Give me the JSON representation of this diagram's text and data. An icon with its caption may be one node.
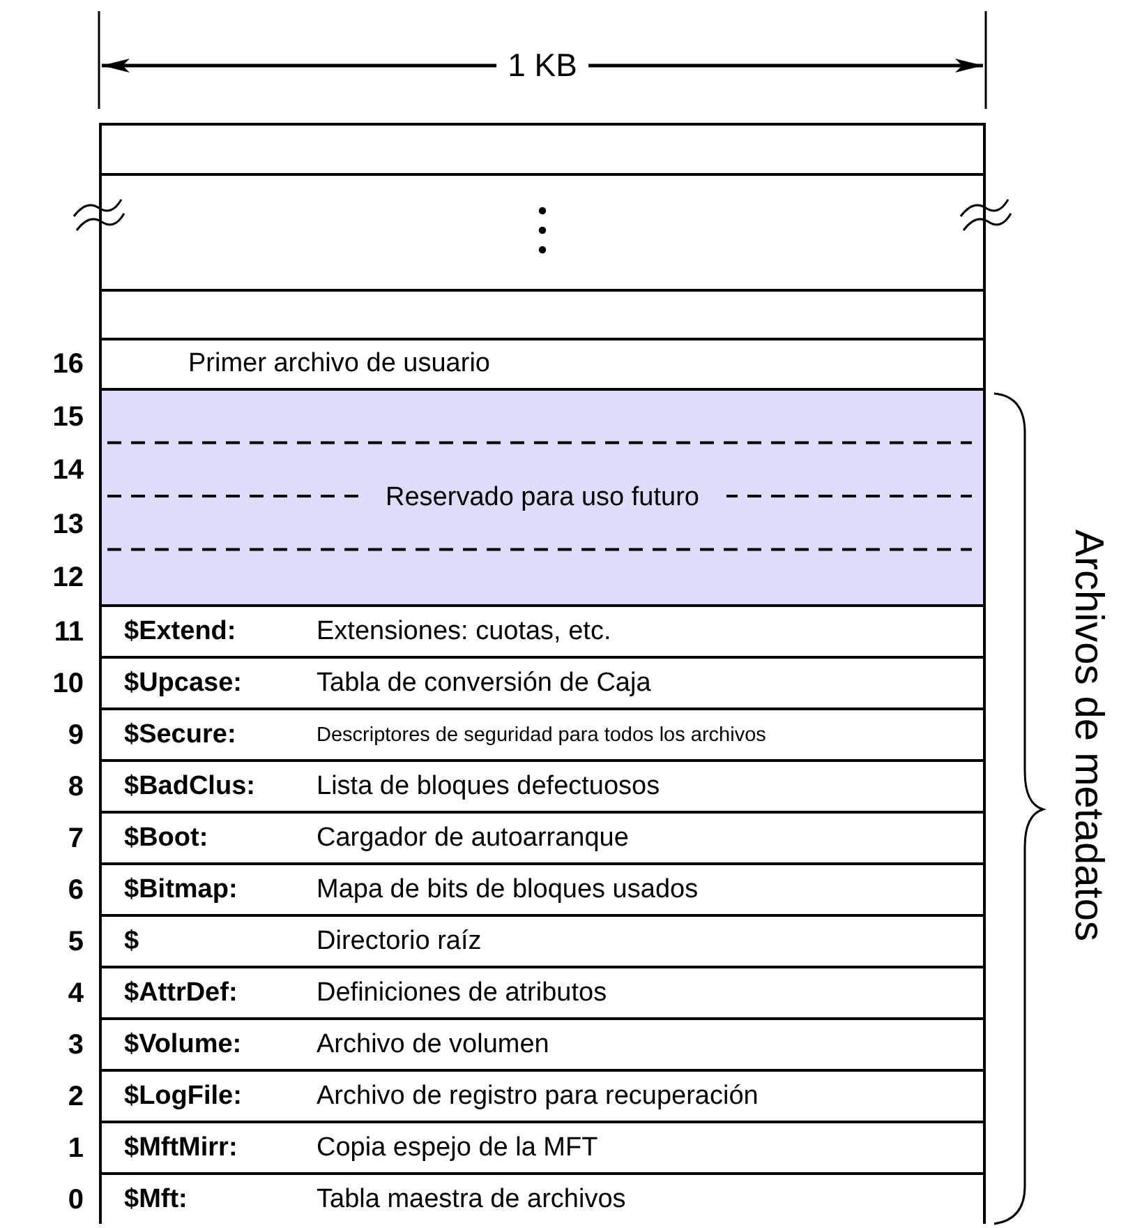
{
  "diagram": {
    "nodes": [
      {
        "text": [],
        "shape": "box"
      },
      {
        "text": [],
        "shape": "box"
      },
      {
        "text": [],
        "shape": "box"
      },
      {
        "text": [
          "Primer archivo de usuario"
        ],
        "beside": [
          "16"
        ]
      },
      {
        "text": [
          "Reservado para uso futuro"
        ],
        "beside": [
          "15",
          "14",
          "13",
          "12"
        ]
      },
      {
        "text": [
          "$Extend:",
          "Extensiones: cuotas, etc."
        ],
        "beside": [
          "11"
        ]
      },
      {
        "text": [
          "$Upcase:",
          "Tabla de conversión de Caja"
        ],
        "beside": [
          "10"
        ]
      },
      {
        "text": [
          "$Secure:",
          "Descriptores de seguridad para todos los archivos"
        ],
        "beside": [
          "9"
        ]
      },
      {
        "text": [
          "$BadClus:",
          "Lista de bloques defectuosos"
        ],
        "beside": [
          "8"
        ]
      },
      {
        "text": [
          "$Boot:",
          "Cargador de autoarranque"
        ],
        "beside": [
          "7"
        ]
      },
      {
        "text": [
          "$Bitmap:",
          "Mapa de bits de bloques usados"
        ],
        "beside": [
          "6"
        ]
      },
      {
        "text": [
          "$",
          "Directorio raíz"
        ],
        "beside": [
          "5"
        ]
      },
      {
        "text": [
          "$AttrDef:",
          "Definiciones de atributos"
        ],
        "beside": [
          "4"
        ]
      },
      {
        "text": [
          "$Volume:",
          "Archivo de volumen"
        ],
        "beside": [
          "3"
        ]
      },
      {
        "text": [
          "$LogFile:",
          "Archivo de registro para recuperación"
        ],
        "beside": [
          "2"
        ]
      },
      {
        "text": [
          "$MftMirr:",
          "Copia espejo de la MFT"
        ],
        "beside": [
          "1"
        ]
      },
      {
        "text": [
          "$Mft:",
          "Tabla maestra de archivos"
        ],
        "beside": [
          "0"
        ]
      }
    ],
    "labels": [
      "1 KB",
      "Archivos de metadatos"
    ]
  }
}
